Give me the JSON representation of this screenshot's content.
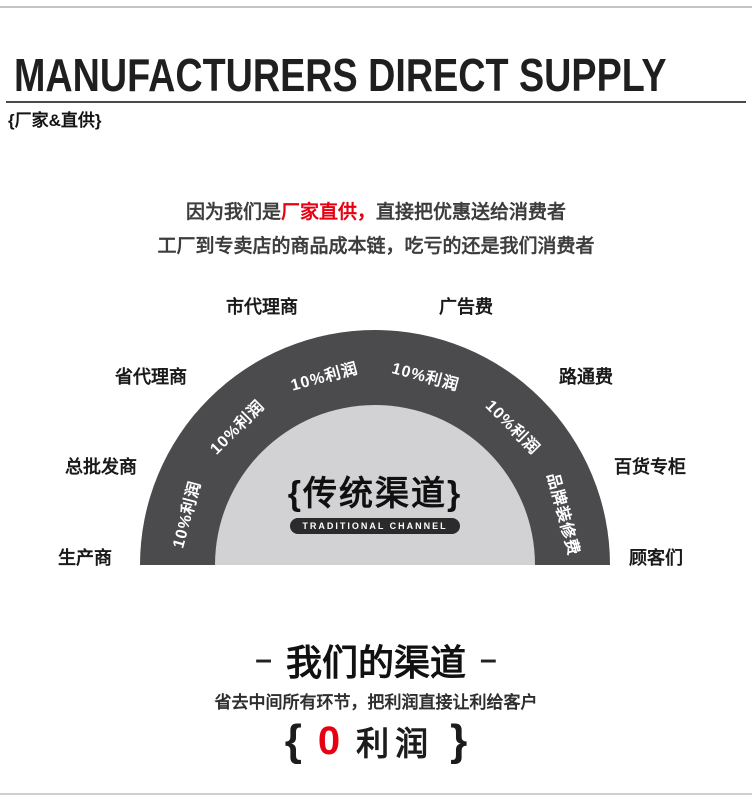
{
  "header": {
    "title": "MANUFACTURERS DIRECT SUPPLY",
    "tagline": "{厂家&直供}"
  },
  "intro": {
    "line1_prefix": "因为我们是",
    "line1_highlight": "厂家直供，",
    "line1_suffix": "直接把优惠送给消费者",
    "line2": "工厂到专卖店的商品成本链，吃亏的还是我们消费者"
  },
  "diagram": {
    "center_title": "{传统渠道}",
    "center_subtitle": "TRADITIONAL CHANNEL",
    "segments": [
      "10%利润",
      "10%利润",
      "10%利润",
      "10%利润",
      "10%利润",
      "品牌装修费"
    ],
    "outer_labels": {
      "producer": "生产商",
      "wholesaler": "总批发商",
      "provincial_agent": "省代理商",
      "city_agent": "市代理商",
      "ad_fee": "广告费",
      "road_fee": "路通费",
      "department_counter": "百货专柜",
      "customers": "顾客们"
    },
    "colors": {
      "ring": "#4b4b4d",
      "inner": "#d2d2d4",
      "accent_red": "#e60012"
    }
  },
  "footer": {
    "dash": "–",
    "title": "我们的渠道",
    "subtitle": "省去中间所有环节，把利润直接让利给客户",
    "zero_profit": {
      "brace_open": "{",
      "value": "0",
      "label": "利润",
      "brace_close": "}"
    }
  }
}
